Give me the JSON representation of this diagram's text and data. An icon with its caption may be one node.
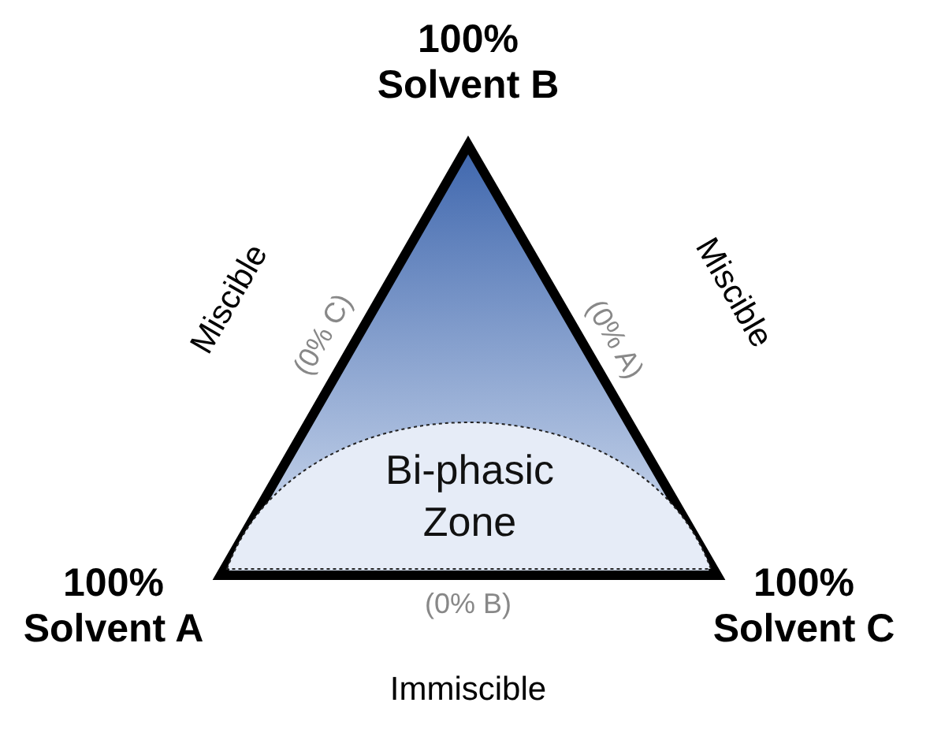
{
  "diagram": {
    "nodes": [
      {
        "text": [
          "Bi-phasic Zone"
        ]
      }
    ],
    "labels": [
      "100% Solvent B",
      "Miscible",
      "(0% C)",
      "(0% A)",
      "Miscible",
      "100% Solvent A",
      "100% Solvent C",
      "(0% B)",
      "Immiscible"
    ]
  }
}
